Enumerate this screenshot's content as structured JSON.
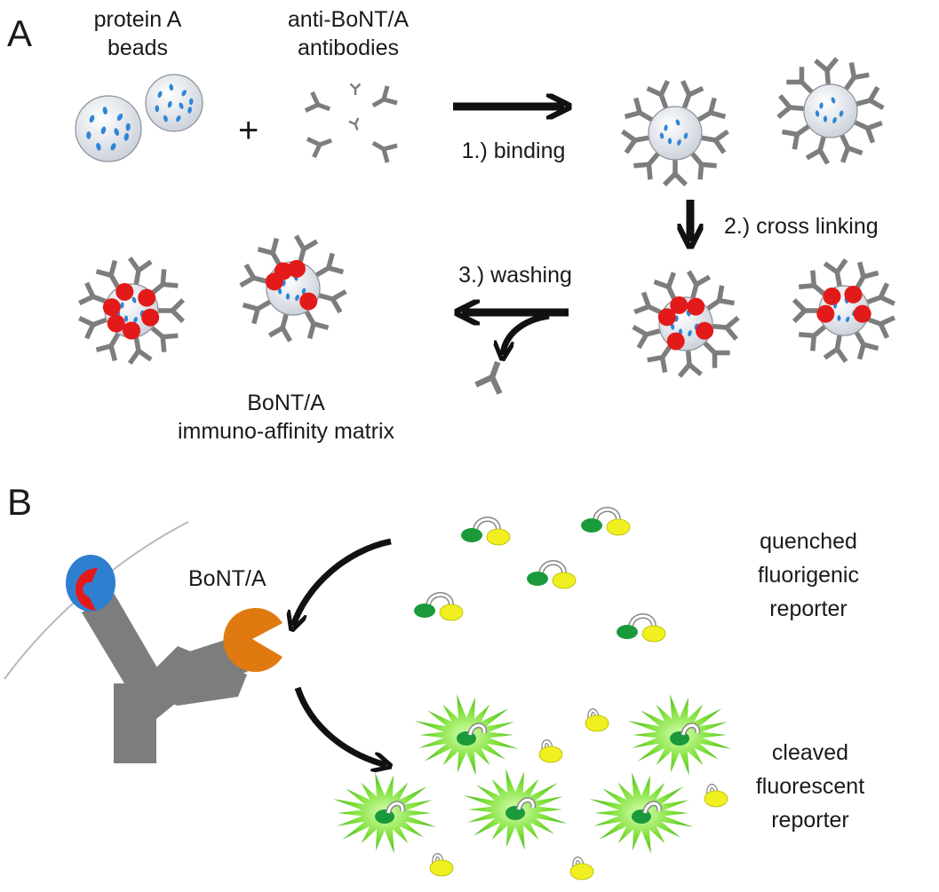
{
  "panel_a": {
    "letter": "A",
    "beads_label": [
      "protein A",
      "beads"
    ],
    "antibodies_label": [
      "anti-BoNT/A",
      "antibodies"
    ],
    "plus": "+",
    "step1": "1.) binding",
    "step2": "2.) cross linking",
    "step3": "3.) washing",
    "matrix_label": [
      "BoNT/A",
      "immuno-affinity matrix"
    ]
  },
  "panel_b": {
    "letter": "B",
    "toxin_label": "BoNT/A",
    "quenched_label": [
      "quenched",
      "fluorigenic",
      "reporter"
    ],
    "cleaved_label": [
      "cleaved",
      "fluorescent",
      "reporter"
    ]
  },
  "colors": {
    "antibody": "#7d7d7d",
    "bead_fill": "#e4e8ee",
    "bead_spot": "#2f86d6",
    "toxin_bound": "#e31a1a",
    "toxin_free": "#e07a10",
    "fluorophore": "#1a9a3a",
    "quencher": "#f0f020",
    "glow": "#8ee84a"
  },
  "icons": [
    "protein-a-bead-icon",
    "antibody-icon",
    "toxin-icon",
    "fluorophore-icon",
    "quencher-icon",
    "arrow-icon"
  ]
}
